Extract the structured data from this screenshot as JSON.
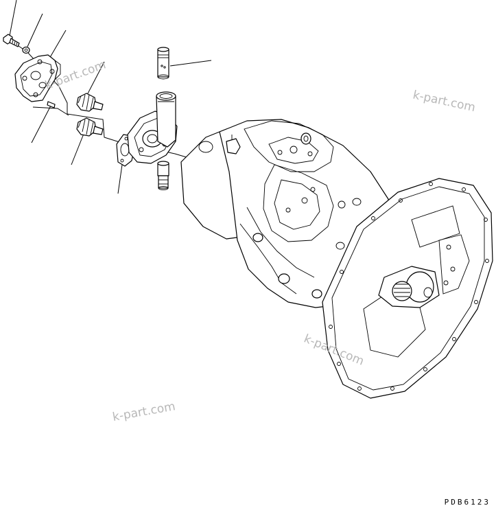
{
  "figure": {
    "drawing_code": "PDB6123",
    "watermarks": [
      "k-part.com",
      "k-part.com",
      "k-part.com",
      "k-part.com"
    ],
    "line_color": "#000000",
    "watermark_color": "#b8b8b8",
    "background": "#ffffff"
  },
  "parts": [
    {
      "name": "bolt-icon"
    },
    {
      "name": "washer-icon"
    },
    {
      "name": "cover-plate-icon"
    },
    {
      "name": "pin-icon"
    },
    {
      "name": "gear-upper-icon"
    },
    {
      "name": "gear-lower-icon"
    },
    {
      "name": "gasket-icon"
    },
    {
      "name": "gear-pump-case-icon"
    },
    {
      "name": "elbow-fitting-icon"
    },
    {
      "name": "adapter-fitting-icon"
    },
    {
      "name": "valve-insert-icon"
    },
    {
      "name": "main-pump-assembly-icon"
    },
    {
      "name": "drive-shaft-icon"
    }
  ]
}
